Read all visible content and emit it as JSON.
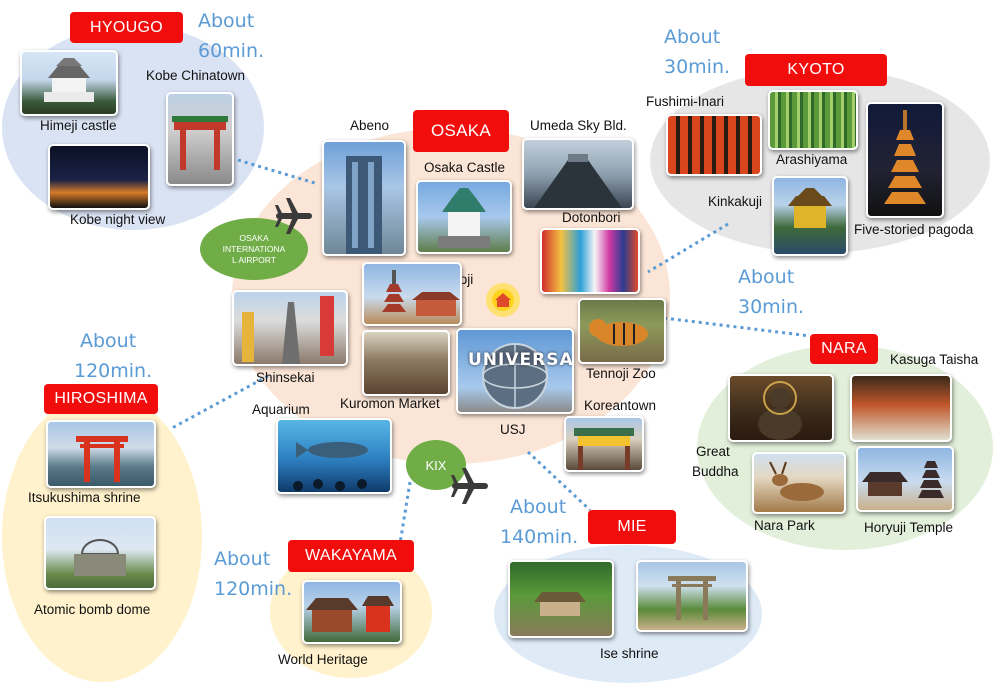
{
  "regions": {
    "hyougo": {
      "name": "HYOUGO",
      "time_line1": "About",
      "time_line2": "60min."
    },
    "kyoto": {
      "name": "KYOTO",
      "time_line1": "About",
      "time_line2": "30min."
    },
    "osaka": {
      "name": "OSAKA"
    },
    "nara": {
      "name": "NARA",
      "time_line1": "About",
      "time_line2": "30min."
    },
    "hiroshima": {
      "name": "HIROSHIMA",
      "time_line1": "About",
      "time_line2": "120min."
    },
    "wakayama": {
      "name": "WAKAYAMA",
      "time_line1": "About",
      "time_line2": "120min."
    },
    "mie": {
      "name": "MIE",
      "time_line1": "About",
      "time_line2": "140min."
    }
  },
  "spots": {
    "himeji": "Himeji castle",
    "kobe_chinatown": "Kobe Chinatown",
    "kobe_night": "Kobe night view",
    "abeno": "Abeno",
    "osaka_castle": "Osaka Castle",
    "umeda": "Umeda Sky Bld.",
    "dotonbori": "Dotonbori",
    "shitennoji": "Shitennoji",
    "shinsekai": "Shinsekai",
    "kuromon": "Kuromon Market",
    "usj": "USJ",
    "tennoji_zoo": "Tennoji Zoo",
    "koreantown": "Koreantown",
    "aquarium": "Aquarium",
    "fushimi": "Fushimi-Inari",
    "arashiyama": "Arashiyama",
    "kinkakuji": "Kinkakuji",
    "pagoda": "Five-storied pagoda",
    "kasuga": "Kasuga Taisha",
    "great_buddha_1": "Great",
    "great_buddha_2": "Buddha",
    "nara_park": "Nara Park",
    "horyuji": "Horyuji Temple",
    "itsukushima": "Itsukushima shrine",
    "atomic_dome": "Atomic bomb dome",
    "world_heritage": "World Heritage",
    "ise": "Ise shrine"
  },
  "airports": {
    "itami_1": "OSAKA",
    "itami_2": "INTERNATIONA",
    "itami_3": "L AIRPORT",
    "kix": "KIX"
  },
  "usj_sign": "UNIVERSA",
  "colors": {
    "region_tag": "#f20d0d",
    "travel_time": "#5b9bd5",
    "osaka_area": "#fbe5d6",
    "hyougo_area": "#dae3f3",
    "kyoto_area": "#e7e6e6",
    "nara_area": "#e2efda",
    "wakayama_hiroshima_area": "#fff2cc",
    "mie_area": "#deebf7",
    "airport": "#70ad47"
  },
  "icons": [
    "airplane-icon",
    "home-icon"
  ]
}
